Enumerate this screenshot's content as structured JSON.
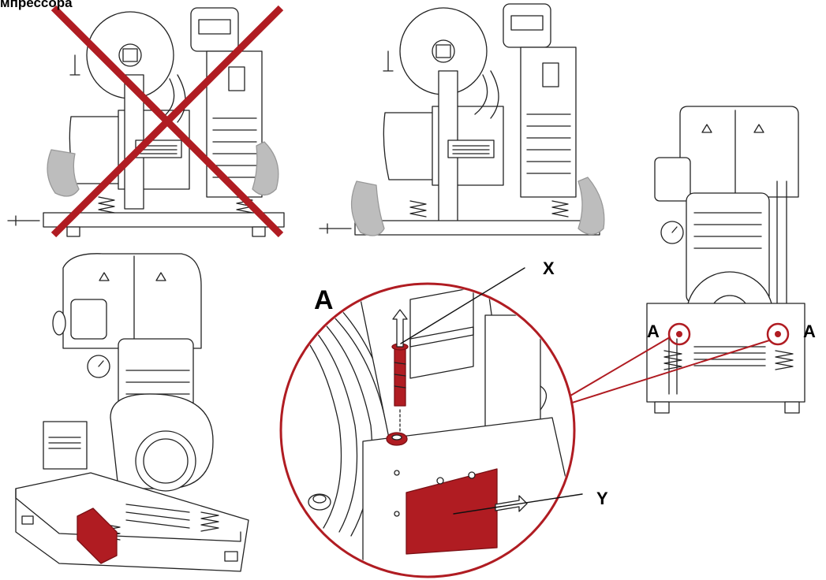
{
  "header": {
    "title": "мпрессора"
  },
  "labels": {
    "a_big": "A",
    "x": "X",
    "y": "Y",
    "a_left": "A",
    "a_right": "A"
  },
  "colors": {
    "accent": "#b01c22",
    "line": "#222222",
    "hand": "#bdbdbd"
  }
}
